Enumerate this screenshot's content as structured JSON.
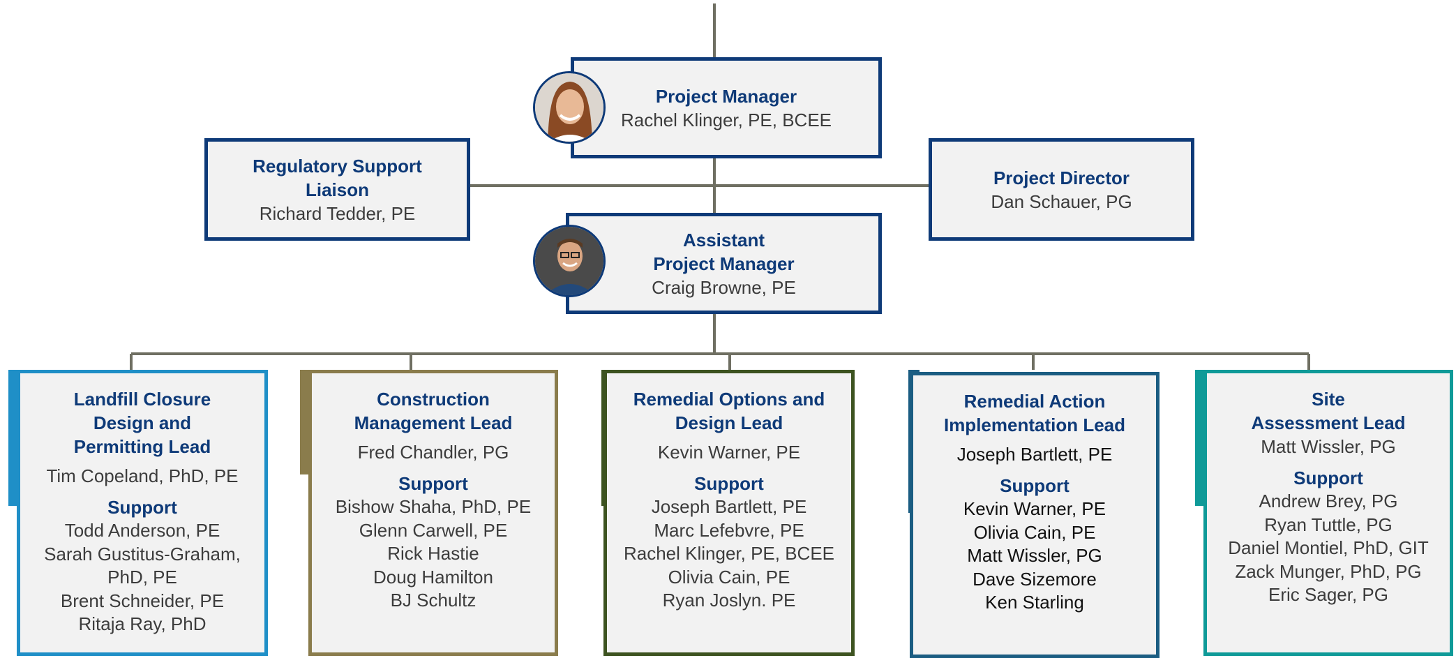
{
  "colors": {
    "navy": "#0e3a78",
    "connector": "#6f6f62",
    "box_fill": "#f2f2f2",
    "team_blue": "#1f8fc7",
    "team_olive": "#8a7c4c",
    "team_green": "#3d5320",
    "team_steel": "#1b5d82",
    "team_teal": "#0f9a98"
  },
  "project_manager": {
    "title": "Project Manager",
    "name": "Rachel Klinger, PE, BCEE",
    "photo_icon": "person-photo-icon"
  },
  "regulatory": {
    "title_line1": "Regulatory Support",
    "title_line2": "Liaison",
    "name": "Richard Tedder, PE"
  },
  "director": {
    "title": "Project Director",
    "name": "Dan Schauer, PG"
  },
  "assistant_pm": {
    "title_line1": "Assistant",
    "title_line2": "Project Manager",
    "name": "Craig Browne, PE",
    "photo_icon": "person-photo-icon"
  },
  "support_label": "Support",
  "teams": [
    {
      "title_lines": [
        "Landfill Closure",
        "Design and",
        "Permitting  Lead"
      ],
      "lead": "Tim Copeland, PhD, PE",
      "members": [
        "Todd Anderson, PE",
        "Sarah Gustitus-Graham,",
        "PhD, PE",
        "Brent Schneider, PE",
        "Ritaja Ray, PhD"
      ]
    },
    {
      "title_lines": [
        "Construction",
        "Management Lead"
      ],
      "lead": "Fred Chandler, PG",
      "members": [
        "Bishow Shaha, PhD, PE",
        "Glenn Carwell, PE",
        "Rick Hastie",
        "Doug Hamilton",
        "BJ Schultz"
      ]
    },
    {
      "title_lines": [
        "Remedial Options and",
        "Design Lead"
      ],
      "lead": "Kevin Warner, PE",
      "members": [
        "Joseph Bartlett, PE",
        "Marc Lefebvre, PE",
        "Rachel Klinger, PE, BCEE",
        "Olivia Cain, PE",
        "Ryan Joslyn. PE"
      ]
    },
    {
      "title_lines": [
        "Remedial Action",
        "Implementation Lead"
      ],
      "lead": "Joseph Bartlett, PE",
      "members": [
        "Kevin Warner, PE",
        "Olivia Cain, PE",
        "Matt Wissler, PG",
        "Dave Sizemore",
        "Ken Starling"
      ]
    },
    {
      "title_lines": [
        "Site",
        "Assessment Lead"
      ],
      "lead": "Matt Wissler, PG",
      "members": [
        "Andrew Brey, PG",
        "Ryan Tuttle, PG",
        "Daniel Montiel, PhD, GIT",
        "Zack Munger, PhD, PG",
        "Eric Sager, PG"
      ]
    }
  ]
}
